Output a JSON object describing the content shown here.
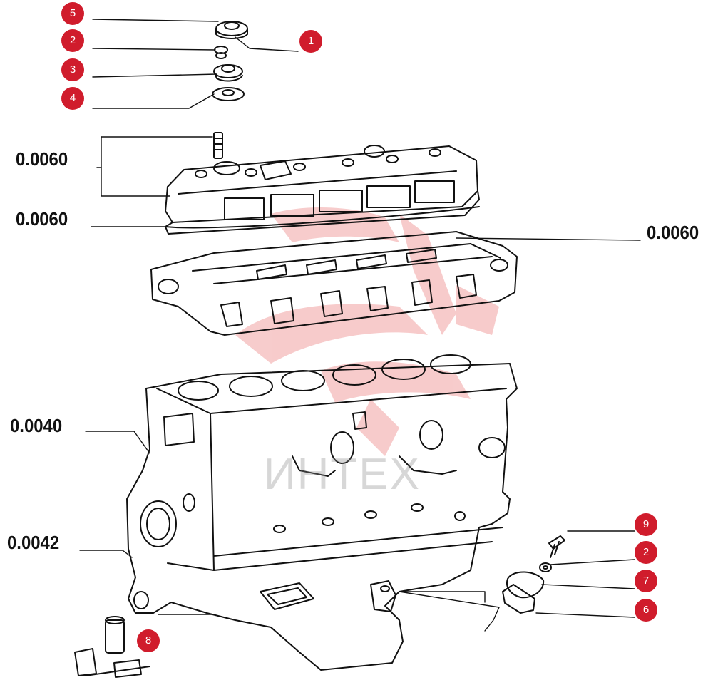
{
  "colors": {
    "callout_fill": "#d01c2c",
    "callout_text": "#ffffff",
    "linework": "#111111",
    "watermark_logo": "#f4b9b9",
    "watermark_text": "#bdbdbd"
  },
  "watermark": {
    "text": "ИНТЕХ"
  },
  "reference_labels": {
    "cover_bolt": "0.0060",
    "cover_gasket": "0.0060",
    "head_gasket": "0.0060",
    "block_upper": "0.0040",
    "block_lower": "0.0042"
  },
  "callouts": {
    "c5": "5",
    "c1": "1",
    "c2_top": "2",
    "c3": "3",
    "c4": "4",
    "c9": "9",
    "c2_bottom": "2",
    "c7": "7",
    "c6": "6",
    "c8": "8"
  },
  "icons": {
    "watermark_logo": "stylized-logo-icon"
  }
}
